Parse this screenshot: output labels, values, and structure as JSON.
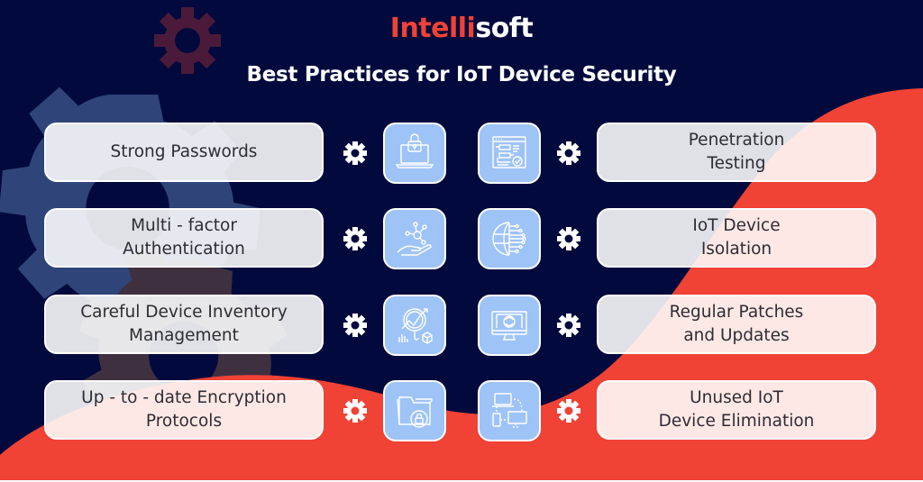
{
  "brand": {
    "part_a": "Intelli",
    "part_b": "soft"
  },
  "title": "Best Practices for IoT Device Security",
  "colors": {
    "background": "#020A3D",
    "accent_red": "#F04235",
    "tile_blue": "#9EC3F7",
    "gear_blue": "#2F4478",
    "gear_maroon": "#4B1A3A",
    "gear_brown": "#3F3040"
  },
  "left_items": [
    {
      "label": "Strong Passwords",
      "icon": "laptop-lock-icon"
    },
    {
      "label": "Multi - factor\nAuthentication",
      "icon": "hand-network-icon"
    },
    {
      "label": "Careful Device Inventory\nManagement",
      "icon": "magnifier-analytics-icon"
    },
    {
      "label": "Up - to - date Encryption\nProtocols",
      "icon": "folder-lock-icon"
    }
  ],
  "right_items": [
    {
      "label": "Penetration\nTesting",
      "icon": "workflow-check-icon"
    },
    {
      "label": "IoT Device\nIsolation",
      "icon": "globe-circuit-icon"
    },
    {
      "label": "Regular Patches\nand Updates",
      "icon": "monitor-refresh-icon"
    },
    {
      "label": "Unused IoT\nDevice Elimination",
      "icon": "connected-devices-icon"
    }
  ]
}
